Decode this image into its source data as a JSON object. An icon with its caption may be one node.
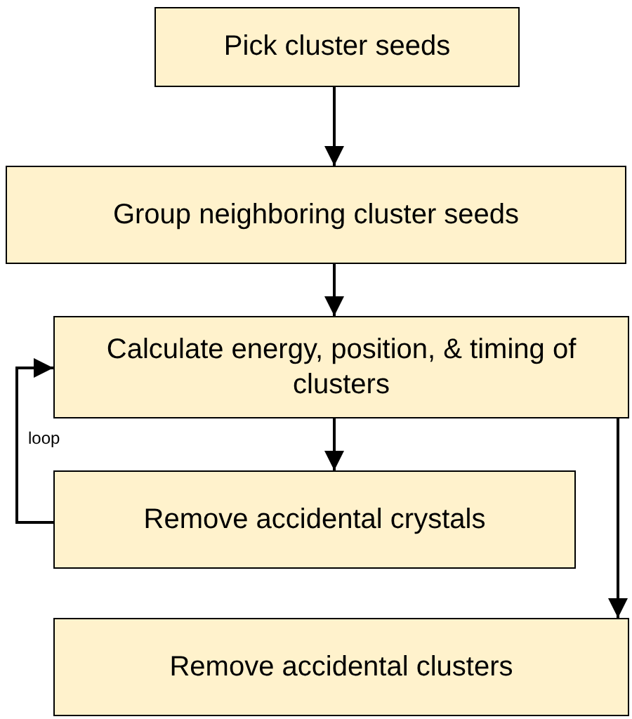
{
  "diagram": {
    "nodes": [
      {
        "text": [
          "Pick cluster seeds"
        ]
      },
      {
        "text": [
          "Group neighboring cluster seeds"
        ]
      },
      {
        "text": [
          "Calculate energy, position, & timing of clusters"
        ]
      },
      {
        "text": [
          "Remove accidental crystals"
        ]
      },
      {
        "text": [
          "Remove accidental clusters"
        ]
      }
    ],
    "edges": [
      {
        "from": 0,
        "to": 1,
        "arrow": "to"
      },
      {
        "from": 1,
        "to": 2,
        "arrow": "to"
      },
      {
        "from": 2,
        "to": 3,
        "arrow": "to"
      },
      {
        "from": 3,
        "to": 2,
        "arrow": "to",
        "label": "loop"
      },
      {
        "from": 2,
        "to": 4,
        "arrow": "to"
      }
    ]
  }
}
